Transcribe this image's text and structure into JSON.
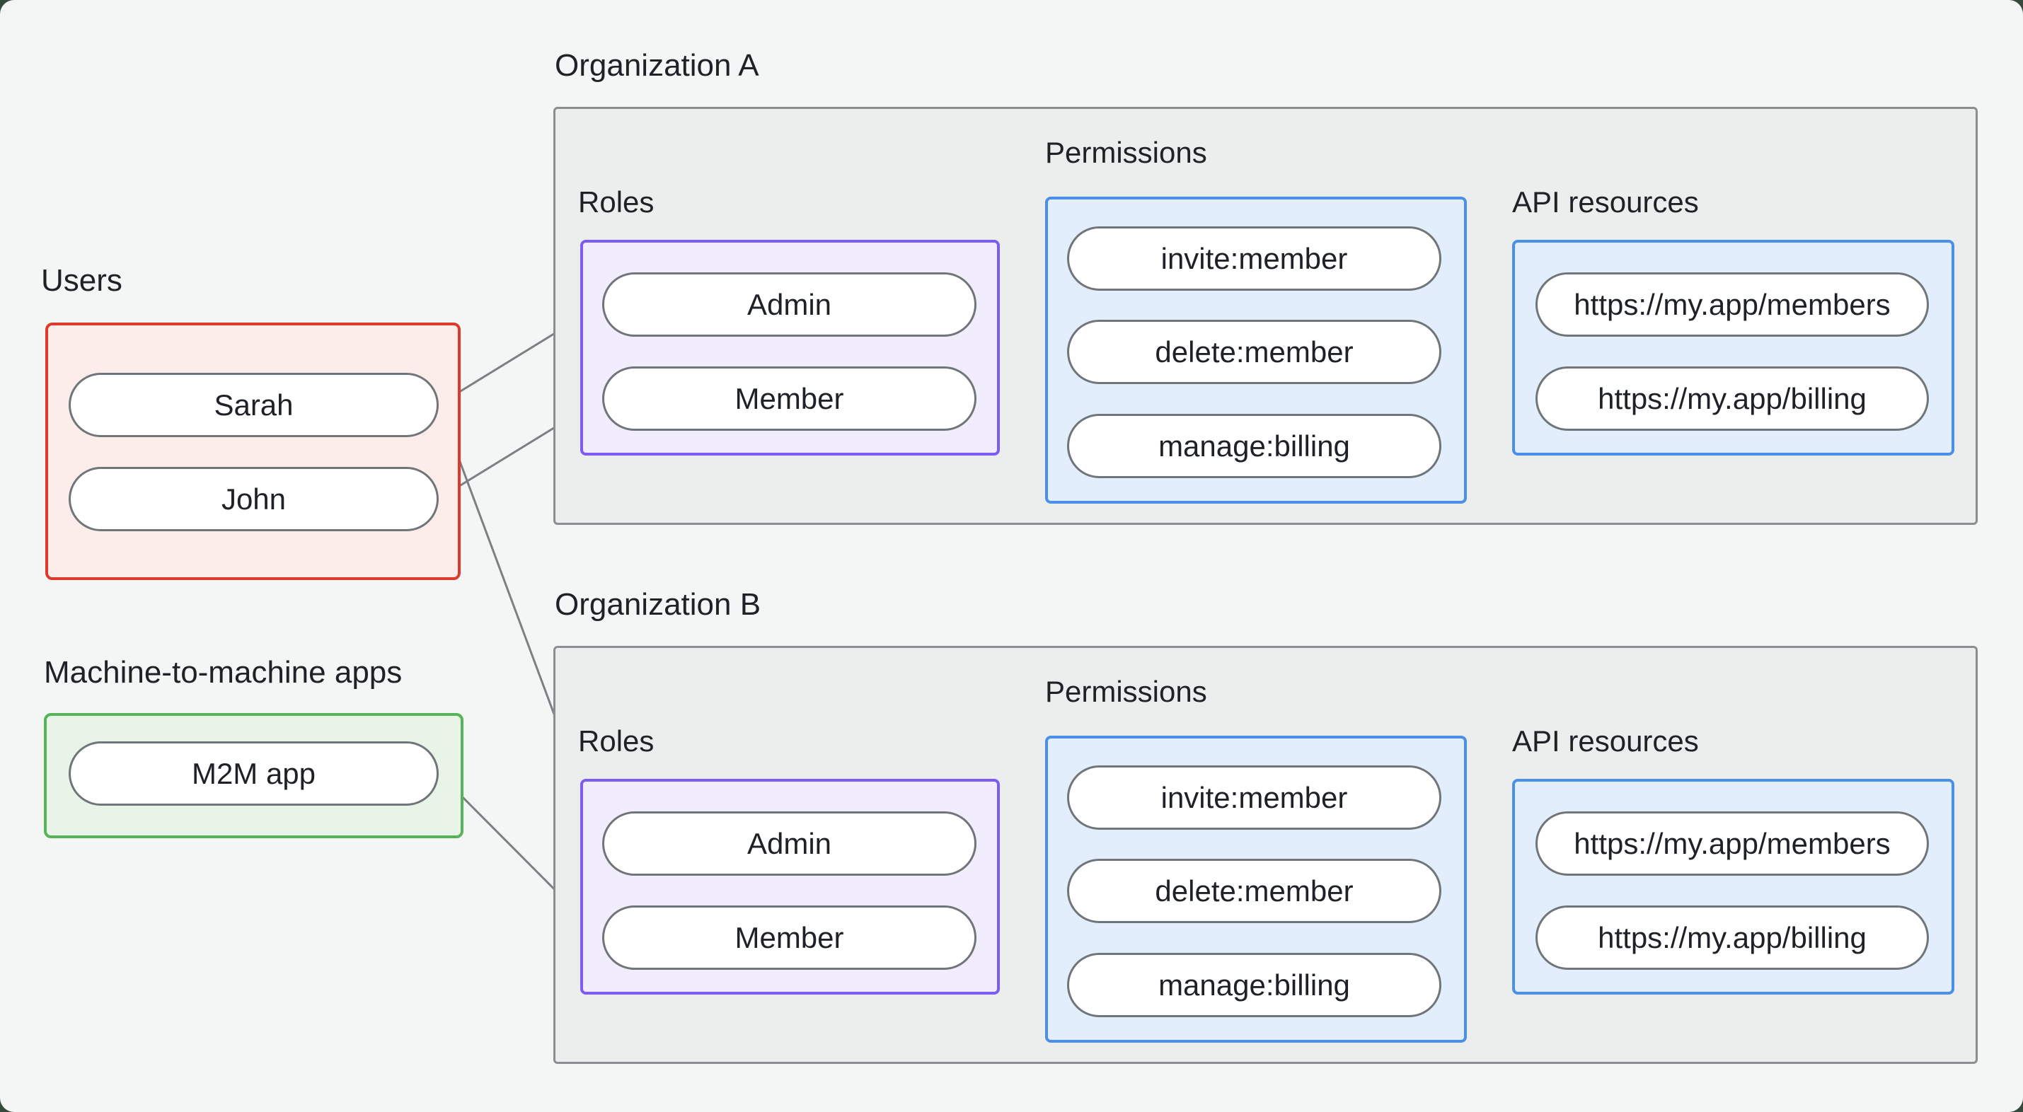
{
  "users_section": {
    "label": "Users",
    "items": [
      {
        "label": "Sarah"
      },
      {
        "label": "John"
      }
    ]
  },
  "m2m_section": {
    "label": "Machine-to-machine apps",
    "items": [
      {
        "label": "M2M app"
      }
    ]
  },
  "organizations": [
    {
      "label": "Organization A",
      "roles_label": "Roles",
      "permissions_label": "Permissions",
      "api_label": "API resources",
      "roles": [
        "Admin",
        "Member"
      ],
      "permissions": [
        "invite:member",
        "delete:member",
        "manage:billing"
      ],
      "api_resources": [
        "https://my.app/members",
        "https://my.app/billing"
      ]
    },
    {
      "label": "Organization B",
      "roles_label": "Roles",
      "permissions_label": "Permissions",
      "api_label": "API resources",
      "roles": [
        "Admin",
        "Member"
      ],
      "permissions": [
        "invite:member",
        "delete:member",
        "manage:billing"
      ],
      "api_resources": [
        "https://my.app/members",
        "https://my.app/billing"
      ]
    }
  ],
  "connections": [
    {
      "from": "Sarah",
      "to": "Organization A / Admin"
    },
    {
      "from": "John",
      "to": "Organization A / Member"
    },
    {
      "from": "Sarah",
      "to": "Organization B / Admin"
    },
    {
      "from": "M2M app",
      "to": "Organization B / Member"
    },
    {
      "from": "Organization A / Admin",
      "to": "Organization A / invite:member"
    },
    {
      "from": "Organization A / Admin",
      "to": "Organization A / delete:member"
    },
    {
      "from": "Organization A / Member",
      "to": "Organization A / manage:billing"
    },
    {
      "from": "Organization A / invite:member",
      "to": "Organization A / https://my.app/members"
    },
    {
      "from": "Organization A / delete:member",
      "to": "Organization A / https://my.app/members"
    },
    {
      "from": "Organization A / manage:billing",
      "to": "Organization A / https://my.app/billing"
    },
    {
      "from": "Organization B / Admin",
      "to": "Organization B / invite:member"
    },
    {
      "from": "Organization B / Admin",
      "to": "Organization B / delete:member"
    },
    {
      "from": "Organization B / Member",
      "to": "Organization B / manage:billing"
    },
    {
      "from": "Organization B / invite:member",
      "to": "Organization B / https://my.app/members"
    },
    {
      "from": "Organization B / delete:member",
      "to": "Organization B / https://my.app/members"
    },
    {
      "from": "Organization B / manage:billing",
      "to": "Organization B / https://my.app/billing"
    }
  ],
  "colors": {
    "page_background": "#f4f6f5",
    "outer_background": "#35493c",
    "users_border": "#dc3b2c",
    "users_fill": "#fcecea",
    "m2m_border": "#57b357",
    "m2m_fill": "#e9f4e9",
    "org_border": "#8b8e90",
    "org_fill": "#ebeeec",
    "roles_border": "#7c5cf5",
    "roles_fill": "#f2edfd",
    "blue_border": "#4b90e8",
    "blue_fill": "#e2eefb",
    "pill_border": "#70757a",
    "pill_fill": "#ffffff",
    "line": "#7b8084",
    "dot": "#6b7073",
    "text": "#1e2125"
  }
}
